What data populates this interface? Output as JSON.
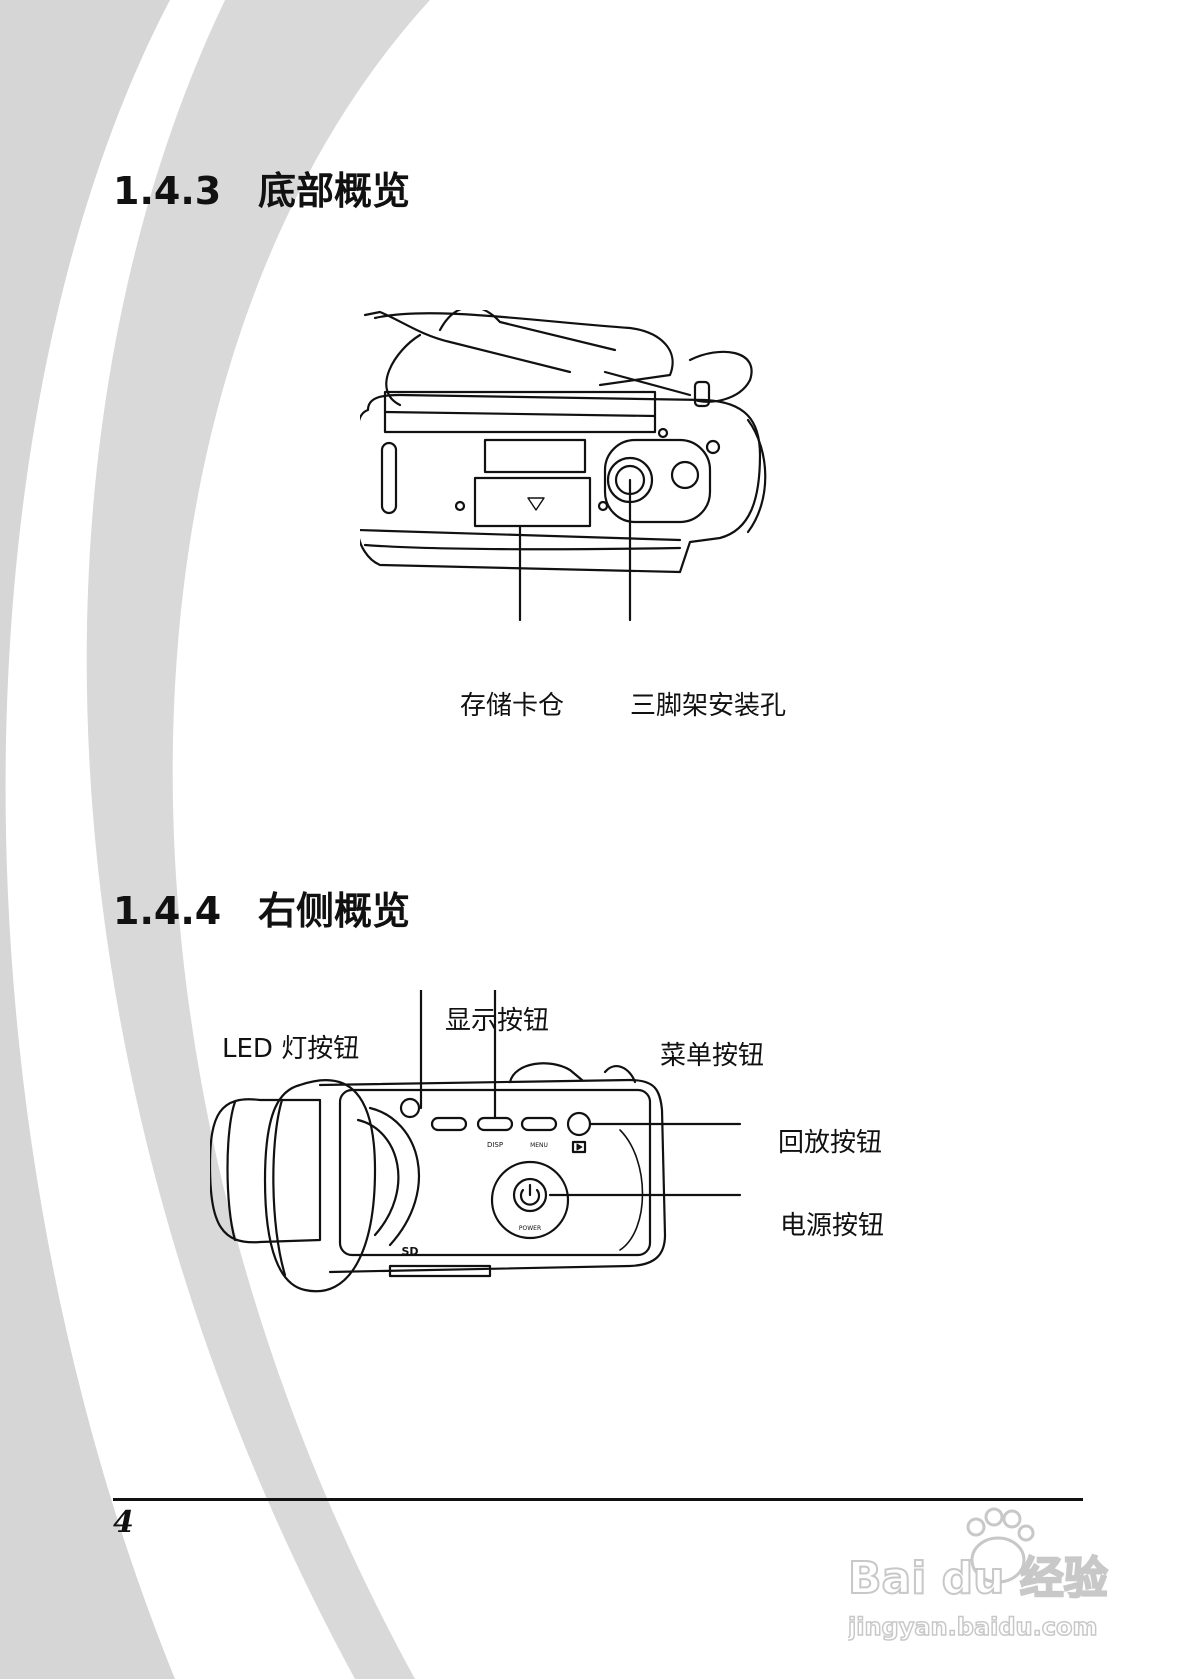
{
  "sections": [
    {
      "number": "1.4.3",
      "title": "底部概览"
    },
    {
      "number": "1.4.4",
      "title": "右侧概览"
    }
  ],
  "bottom_view": {
    "callouts": {
      "card_slot": "存储卡仓",
      "tripod_hole": "三脚架安装孔"
    }
  },
  "right_view": {
    "callouts": {
      "led_button": "LED 灯按钮",
      "disp_button": "显示按钮",
      "menu_button": "菜单按钮",
      "playback_button": "回放按钮",
      "power_button": "电源按钮"
    },
    "device_labels": {
      "disp": "DISP",
      "menu": "MENU",
      "power": "POWER",
      "sd": "SD"
    }
  },
  "footer": {
    "page_number": "4"
  },
  "watermark": {
    "brand": "Bai du 经验",
    "url": "jingyan.baidu.com"
  },
  "colors": {
    "swoosh": "#d4d4d4",
    "ink": "#111111",
    "watermark": "#c8c8c8"
  }
}
